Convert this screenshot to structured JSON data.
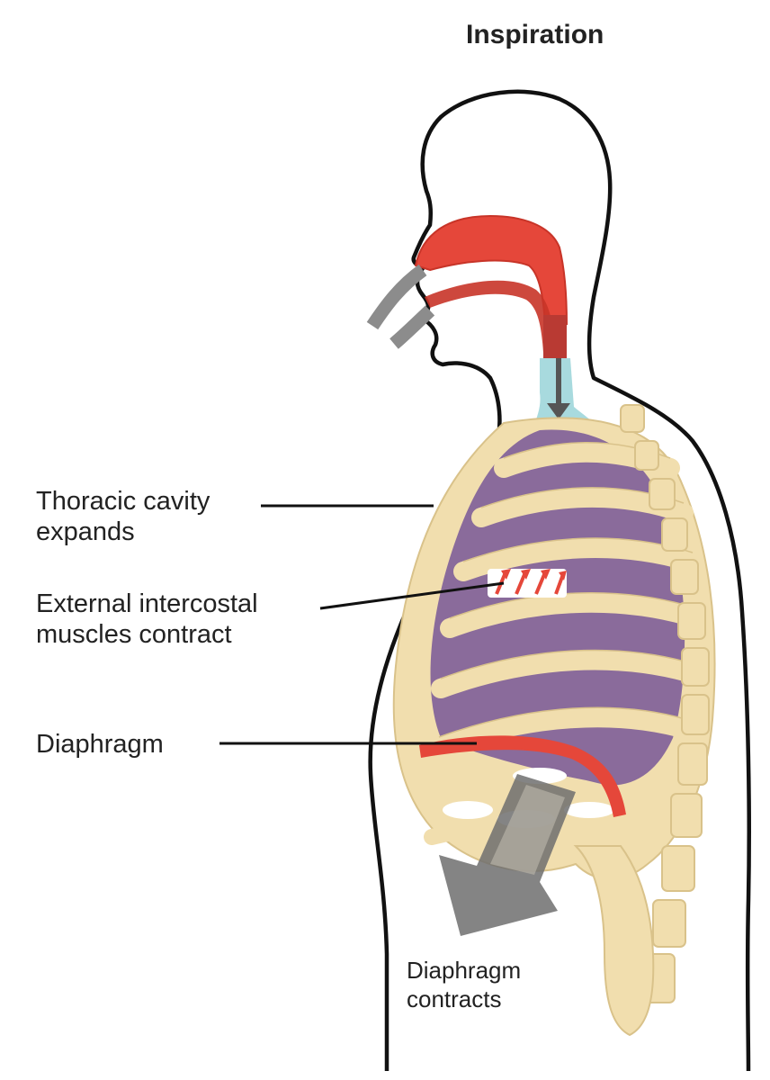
{
  "title": "Inspiration",
  "labels": {
    "thoracic": "Thoracic cavity\nexpands",
    "intercostal": "External intercostal\nmuscles  contract",
    "diaphragm": "Diaphragm",
    "diaphragm_contracts": "Diaphragm\ncontracts"
  },
  "colors": {
    "outline": "#111111",
    "bone": "#f1deae",
    "bone_edge": "#d9c28a",
    "lung": "#8a6b9b",
    "airway": "#e5473a",
    "trachea": "#9fd6da",
    "arrow_gray": "#8c8c8c"
  }
}
